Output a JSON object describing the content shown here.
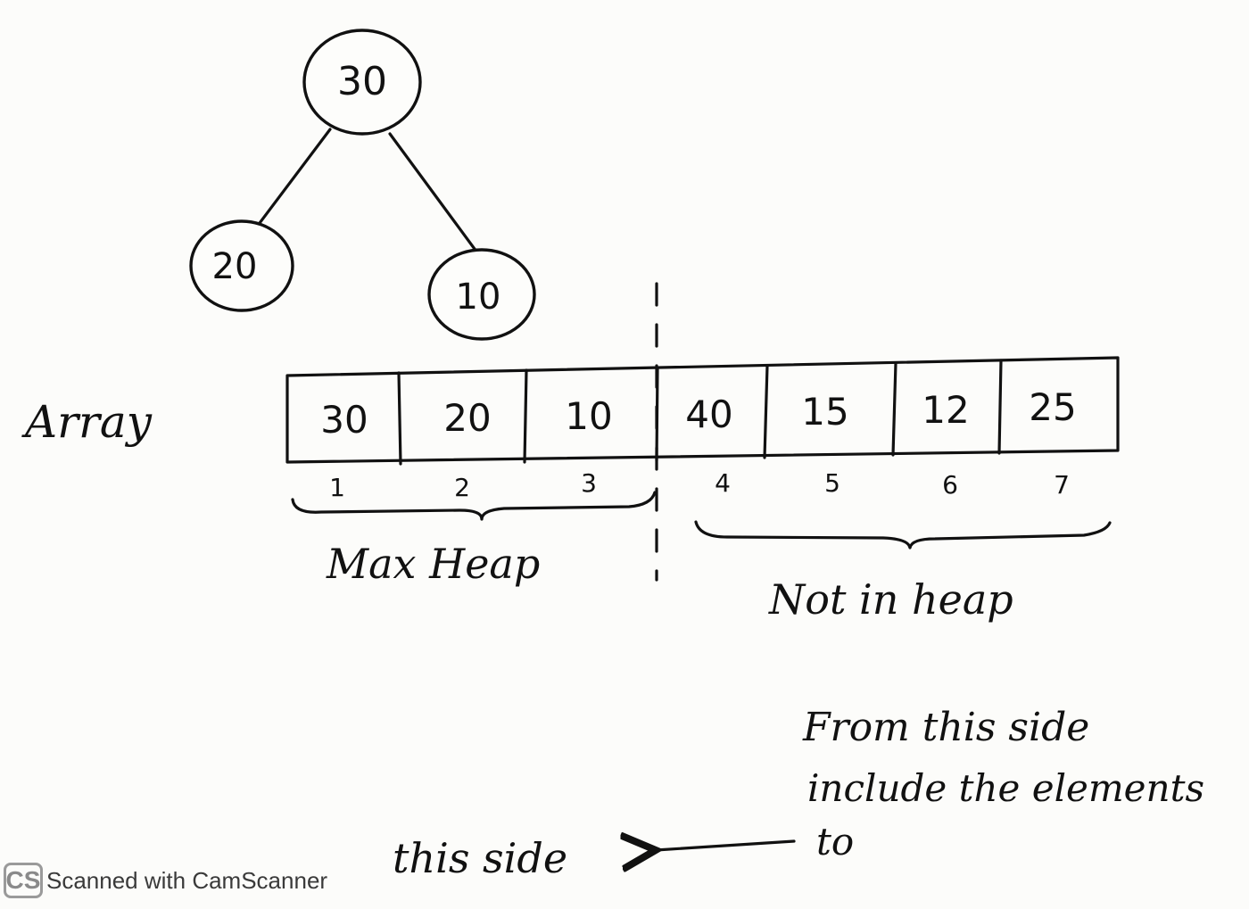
{
  "tree": {
    "root": "30",
    "left_child": "20",
    "right_child": "10"
  },
  "array": {
    "label": "Array",
    "values": [
      "30",
      "20",
      "10",
      "40",
      "15",
      "12",
      "25"
    ],
    "indices": [
      "1",
      "2",
      "3",
      "4",
      "5",
      "6",
      "7"
    ]
  },
  "groups": {
    "heap_label": "Max Heap",
    "not_heap_label": "Not in heap"
  },
  "note": {
    "line1": "From this side",
    "line2": "include the elements",
    "line3": "to",
    "target": "this side"
  },
  "watermark": {
    "logo": "CS",
    "text": "Scanned with CamScanner"
  }
}
